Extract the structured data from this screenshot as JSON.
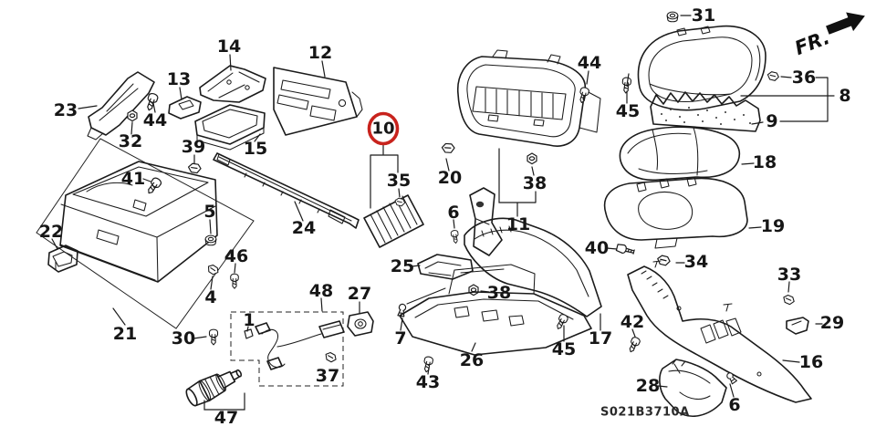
{
  "diagram": {
    "code": "S021B3710A",
    "fr_label": "FR.",
    "highlight_color": "#c8231d",
    "line_color": "#1b1b1b",
    "background_color": "#ffffff",
    "type": "exploded-parts-diagram",
    "subject": "instrument panel garnish assembly"
  },
  "highlighted_part": {
    "number": "10"
  },
  "visible_part_numbers": [
    "1",
    "4",
    "5",
    "6",
    "7",
    "8",
    "9",
    "10",
    "11",
    "12",
    "13",
    "14",
    "15",
    "16",
    "17",
    "18",
    "19",
    "20",
    "21",
    "22",
    "23",
    "24",
    "25",
    "26",
    "27",
    "28",
    "29",
    "30",
    "31",
    "32",
    "33",
    "34",
    "35",
    "36",
    "37",
    "38",
    "39",
    "40",
    "41",
    "42",
    "43",
    "44",
    "45",
    "46",
    "47",
    "48"
  ],
  "labels": {
    "p23": "23",
    "p13": "13",
    "p14": "14",
    "p12": "12",
    "p44a": "44",
    "p32": "32",
    "p39": "39",
    "p15": "15",
    "p41": "41",
    "p22": "22",
    "p5": "5",
    "p24": "24",
    "p46": "46",
    "p4": "4",
    "p21": "21",
    "p30": "30",
    "p47": "47",
    "p1": "1",
    "p48": "48",
    "p27": "27",
    "p37": "37",
    "p10": "10",
    "p35": "35",
    "p20": "20",
    "p6a": "6",
    "p25": "25",
    "p38a": "38",
    "p38b": "38",
    "p7": "7",
    "p26": "26",
    "p43": "43",
    "p11": "11",
    "p44b": "44",
    "p45a": "45",
    "p31": "31",
    "p36": "36",
    "p8": "8",
    "p9": "9",
    "p18": "18",
    "p19": "19",
    "p40": "40",
    "p34": "34",
    "p33": "33",
    "p29": "29",
    "p17": "17",
    "p42": "42",
    "p45b": "45",
    "p16": "16",
    "p28": "28",
    "p6b": "6"
  }
}
